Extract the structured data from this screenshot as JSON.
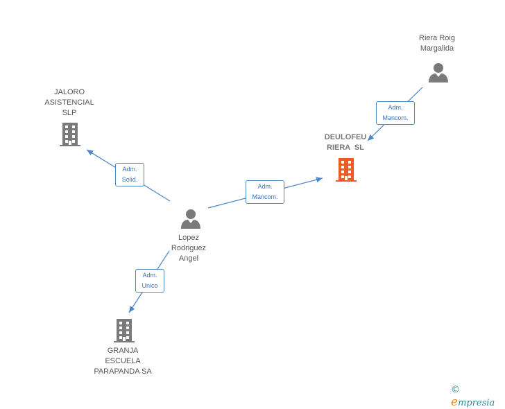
{
  "nodes": {
    "riera_roig": {
      "lines": [
        "Riera Roig",
        "Margalida"
      ],
      "type": "person"
    },
    "jaloro": {
      "lines": [
        "JALORO",
        "ASISTENCIAL",
        "SLP"
      ],
      "type": "company"
    },
    "deulofeu": {
      "lines": [
        "DEULOFEU",
        "RIERA  SL"
      ],
      "type": "company-primary"
    },
    "lopez": {
      "lines": [
        "Lopez",
        "Rodriguez",
        "Angel"
      ],
      "type": "person"
    },
    "granja": {
      "lines": [
        "GRANJA",
        "ESCUELA",
        "PARAPANDA SA"
      ],
      "type": "company"
    }
  },
  "edges": {
    "riera_to_deulofeu": {
      "lines": [
        "Adm.",
        "Mancom."
      ]
    },
    "lopez_to_jaloro": {
      "lines": [
        "Adm.",
        "Solid."
      ]
    },
    "lopez_to_deulofeu": {
      "lines": [
        "Adm.",
        "Mancom."
      ]
    },
    "lopez_to_granja": {
      "lines": [
        "Adm.",
        "Unico"
      ]
    }
  },
  "colors": {
    "edge": "#4a86c8",
    "icon": "#7a7a7a",
    "primary_icon": "#f05a28"
  },
  "brand": {
    "copyright": "©",
    "initial": "e",
    "name": "mpresia"
  }
}
